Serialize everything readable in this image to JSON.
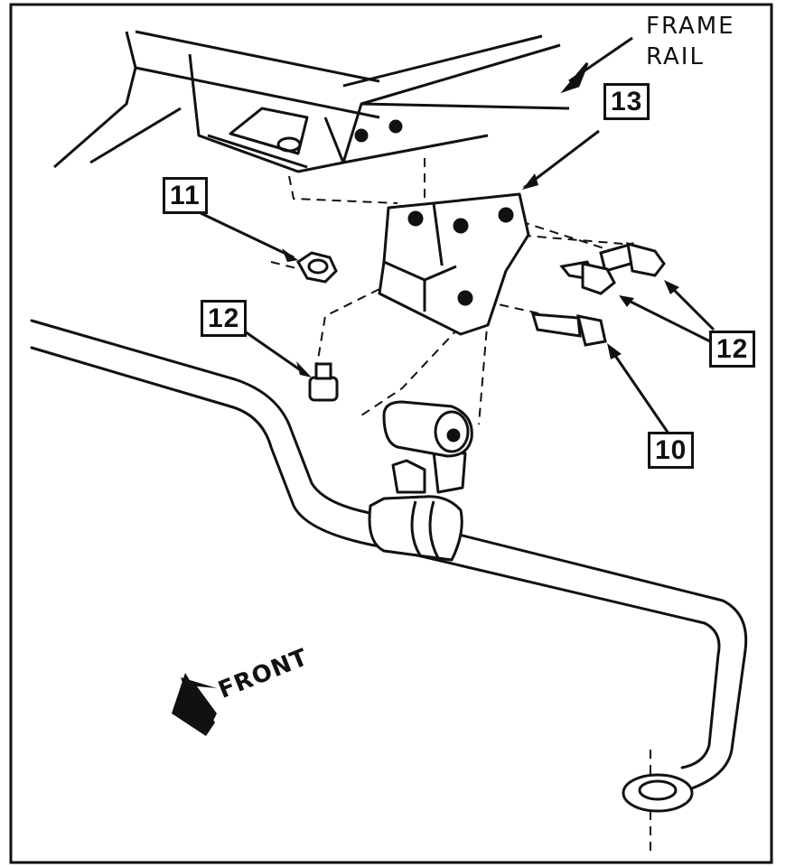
{
  "labels": {
    "frame_rail_line1": "FRAME",
    "frame_rail_line2": "RAIL",
    "front": "FRONT"
  },
  "callouts": {
    "c11": "11",
    "c12_left": "12",
    "c12_right": "12",
    "c13": "13",
    "c10": "10"
  },
  "colors": {
    "ink": "#111111",
    "paper": "#ffffff"
  }
}
